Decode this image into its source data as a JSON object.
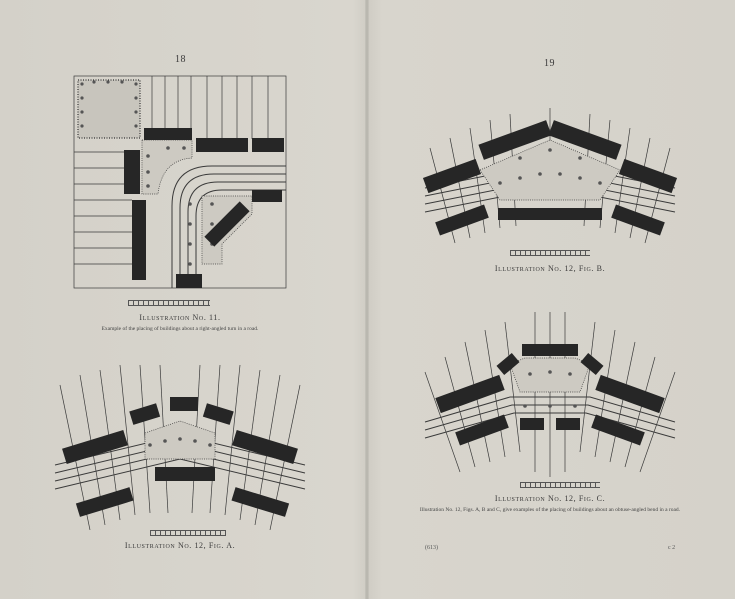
{
  "left_page": {
    "page_number": "18",
    "illustration_11": {
      "title": "Illustration No. 11.",
      "description": "Example of the placing of buildings about a right-angled turn in a road."
    },
    "illustration_12a": {
      "title": "Illustration No. 12, Fig. A."
    }
  },
  "right_page": {
    "page_number": "19",
    "illustration_12b": {
      "title": "Illustration No. 12, Fig. B."
    },
    "illustration_12c": {
      "title": "Illustration No. 12, Fig. C.",
      "description": "Illustration No. 12, Figs. A, B and C, give examples of the placing of buildings about an obtuse-angled bend in a road."
    },
    "footer_left": "(613)",
    "footer_right": "c 2"
  },
  "colors": {
    "paper": "#d6d3cb",
    "ink": "#2a2a2a",
    "building": "#262626"
  }
}
